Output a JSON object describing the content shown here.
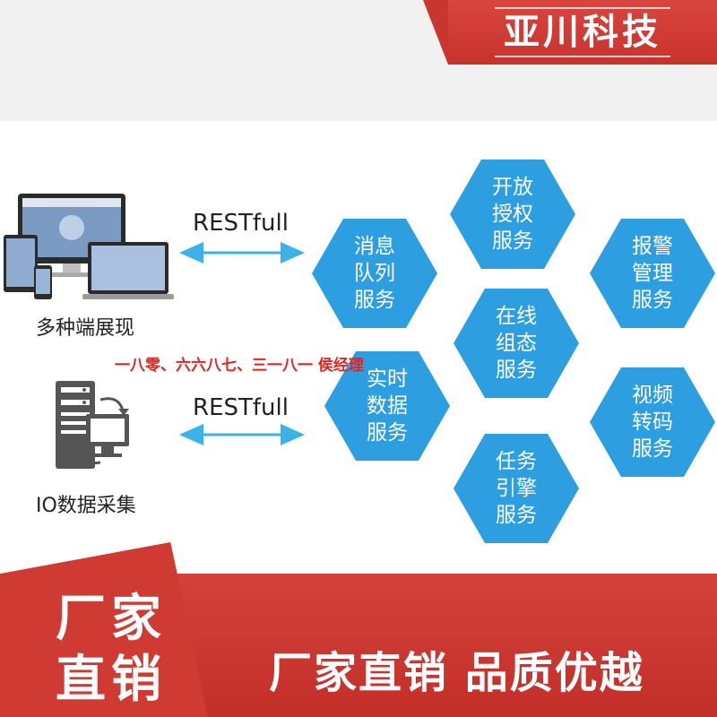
{
  "brand": {
    "name": "亚川科技"
  },
  "diagram": {
    "sources": [
      {
        "id": "multi",
        "label": "多种端展现",
        "icon": "multi-device-icon"
      },
      {
        "id": "io",
        "label": "IO数据采集",
        "icon": "server-monitor-icon"
      }
    ],
    "connections": [
      {
        "label": "RESTfull"
      },
      {
        "label": "RESTfull"
      }
    ],
    "services": [
      {
        "id": "auth",
        "label": "开放\n授权\n服务"
      },
      {
        "id": "queue",
        "label": "消息\n队列\n服务"
      },
      {
        "id": "alarm",
        "label": "报警\n管理\n服务"
      },
      {
        "id": "config",
        "label": "在线\n组态\n服务"
      },
      {
        "id": "realtime",
        "label": "实时\n数据\n服务"
      },
      {
        "id": "video",
        "label": "视频\n转码\n服务"
      },
      {
        "id": "task",
        "label": "任务\n引擎\n服务"
      }
    ],
    "colors": {
      "hex": "#2d9fe0",
      "arrow": "#3ab3e6",
      "accent": "#c8322c"
    }
  },
  "overlay_text": "一八零、六六八七、三一八一 侯经理",
  "footer": {
    "corner_line1": "厂家",
    "corner_line2": "直销",
    "slogan": "厂家直销 品质优越"
  }
}
